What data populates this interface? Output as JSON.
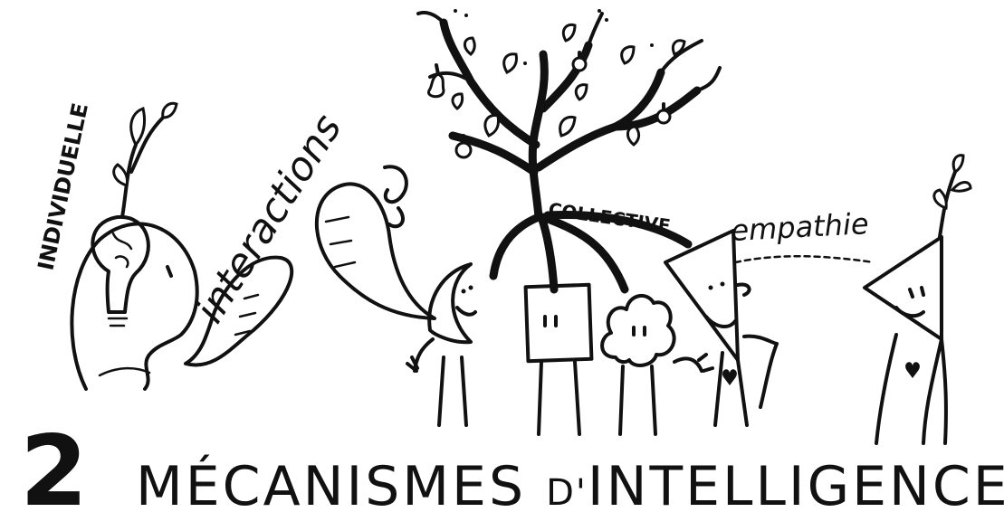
{
  "labels": {
    "individuelle": "INDIVIDUELLE",
    "interactions": "interactions",
    "collective": "COLLECTIVE",
    "empathie": "empathie"
  },
  "title": {
    "number": "2",
    "word1": "MÉCANISMES",
    "word2_prefix": "D'",
    "word2": "INTELLIGENCE"
  },
  "colors": {
    "ink": "#111111",
    "paper": "#ffffff"
  }
}
